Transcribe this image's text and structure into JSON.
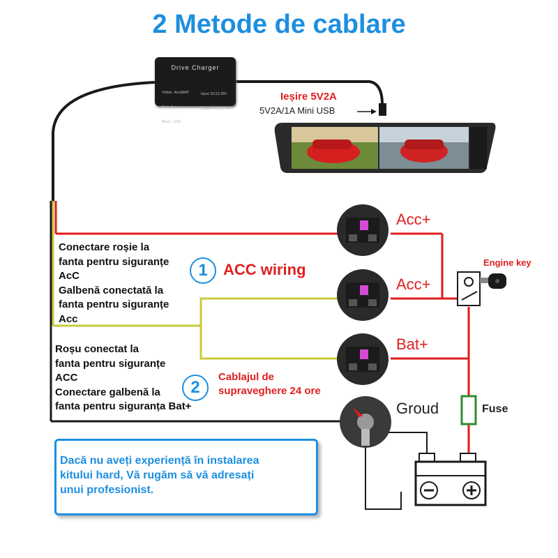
{
  "title": "2 Metode de cablare",
  "device": {
    "name": "Drive Charger",
    "spec_left": [
      "Yellow : Acc&BAT",
      "Red : Acc",
      "Black : GND"
    ],
    "spec_right": [
      "Input: DC12-28V",
      "Output: DC5V2.5A"
    ]
  },
  "output": {
    "label": "Ieșire 5V2A",
    "usb": "5V2A/1A Mini USB"
  },
  "fuse_labels": {
    "acc1": "Acc+",
    "acc2": "Acc+",
    "bat": "Bat+",
    "ground": "Groud",
    "fuse": "Fuse"
  },
  "engine_key": "Engine key",
  "method1": {
    "number": "1",
    "title": "ACC wiring",
    "text": [
      "Conectare roșie la",
      "fanta pentru siguranțe",
      "AcC",
      "Galbenă conectată la",
      "fanta pentru siguranțe",
      "Acc"
    ]
  },
  "method2": {
    "number": "2",
    "title": [
      "Cablajul de",
      "supraveghere 24 ore"
    ],
    "text": [
      "Roșu conectat la",
      "fanta pentru siguranțe",
      "ACC",
      "Conectare galbenă la",
      "fanta pentru siguranța Bat+"
    ]
  },
  "battery": {
    "minus": "⊖",
    "plus": "⊕"
  },
  "note": [
    "Dacă nu aveți experiență în  instalarea",
    "kitului hard, Vă rugăm să vă adresați",
    "unui profesionist."
  ],
  "colors": {
    "accent": "#1d8fe0",
    "red_wire": "#e01b1b",
    "yellow_wire": "#c9c93a",
    "black_wire": "#1a1a1a",
    "fuse_green": "#2e8b2e"
  }
}
